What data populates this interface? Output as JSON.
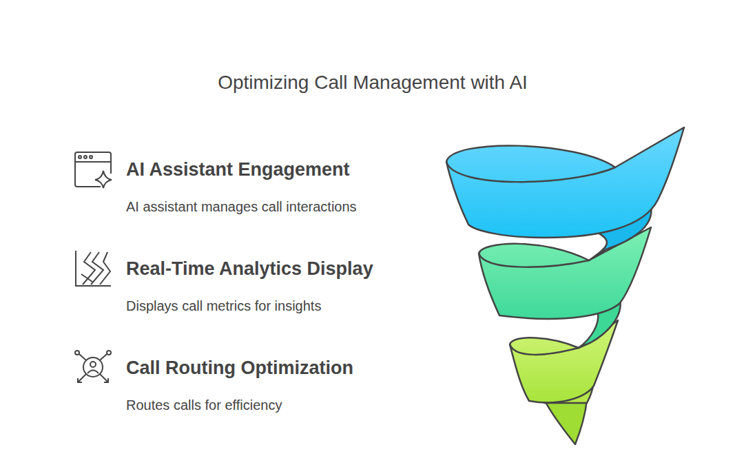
{
  "diagram": {
    "title": "Optimizing Call Management with AI",
    "labels": [
      "AI Assistant Engagement",
      "AI assistant manages call interactions",
      "Real-Time Analytics Display",
      "Displays call metrics for insights",
      "Call Routing Optimization",
      "Routes calls for efficiency"
    ]
  }
}
